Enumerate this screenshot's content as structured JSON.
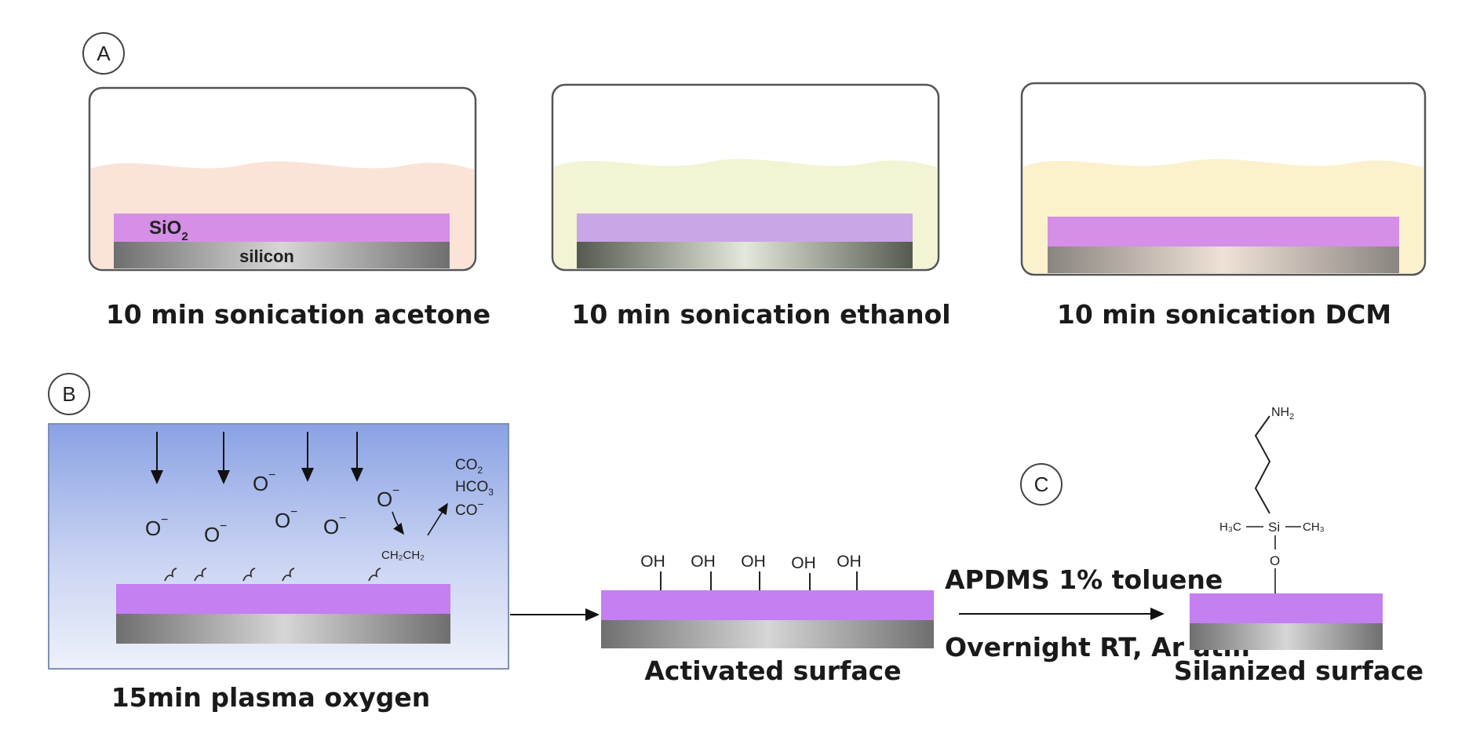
{
  "panel_a": {
    "letter": "A",
    "layer_top": "SiO",
    "layer_top_sub": "2",
    "layer_bottom": "silicon",
    "steps": [
      {
        "caption": "10 min sonication acetone",
        "liquid_color": "#fbe3d8"
      },
      {
        "caption": "10 min sonication ethanol",
        "liquid_color": "#f3f4d4"
      },
      {
        "caption": "10 min sonication DCM",
        "liquid_color": "#fbf1cc"
      }
    ]
  },
  "panel_b": {
    "letter": "B",
    "ion": "O",
    "ion_charge": "−",
    "byproducts": [
      {
        "base": "CO",
        "sub": "2",
        "sup": ""
      },
      {
        "base": "HCO",
        "sub": "3",
        "sup": ""
      },
      {
        "base": "CO",
        "sub": "",
        "sup": "−"
      }
    ],
    "contaminant": "CH₂CH₂",
    "caption": "15min plasma oxygen"
  },
  "activated": {
    "group": "OH",
    "caption": "Activated surface"
  },
  "panel_c": {
    "letter": "C",
    "reagent": "APDMS 1% toluene",
    "conditions": "Overnight RT, Ar atm",
    "amine": "NH",
    "amine_sub": "2",
    "silane_left": "H₃C",
    "silane_center": "Si",
    "silane_right": "CH₃",
    "oxygen": "O",
    "caption": "Silanized surface"
  },
  "colors": {
    "sio2": "#d58fe6",
    "sio2_dark": "#c47ff0",
    "silicon_edge": "#6e6e6e",
    "silicon_mid": "#d9d9d9",
    "plasma_top": "#8aa2e4",
    "plasma_bottom": "#eef1fb"
  }
}
